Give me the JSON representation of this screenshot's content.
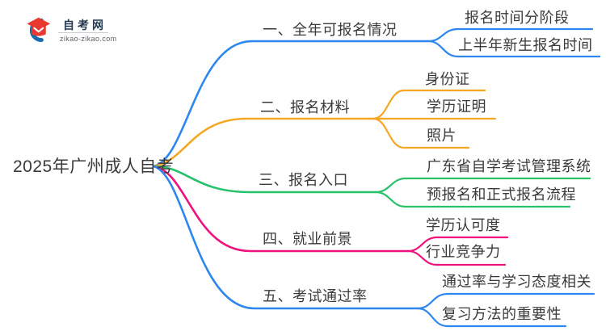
{
  "logo": {
    "name": "自考网",
    "domain": "zikao-zikao.com"
  },
  "root": {
    "label": "2025年广州成人自考"
  },
  "colors": {
    "blue": "#2d87ee",
    "orange": "#f5a623",
    "green": "#27c168",
    "pink": "#f0117c",
    "text": "#3a3a3a"
  },
  "branches": [
    {
      "label": "一、全年可报名情况",
      "color": "#2d87ee",
      "children": [
        "报名时间分阶段",
        "上半年新生报名时间"
      ]
    },
    {
      "label": "二、报名材料",
      "color": "#f5a623",
      "children": [
        "身份证",
        "学历证明",
        "照片"
      ]
    },
    {
      "label": "三、报名入口",
      "color": "#27c168",
      "children": [
        "广东省自学考试管理系统",
        "预报名和正式报名流程"
      ]
    },
    {
      "label": "四、就业前景",
      "color": "#f0117c",
      "children": [
        "学历认可度",
        "行业竞争力"
      ]
    },
    {
      "label": "五、考试通过率",
      "color": "#2d87ee",
      "children": [
        "通过率与学习态度相关",
        "复习方法的重要性"
      ]
    }
  ]
}
